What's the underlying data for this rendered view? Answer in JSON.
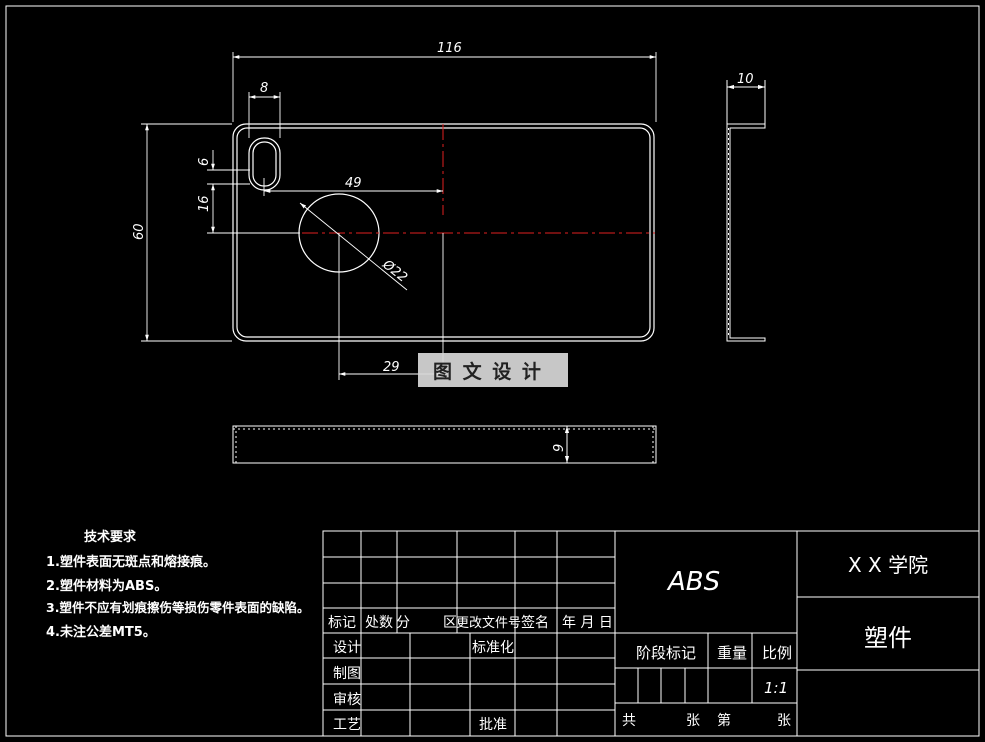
{
  "dimensions": {
    "width_total": "116",
    "slot_width": "8",
    "slot_height": "6",
    "slot_offset": "16",
    "hole_offset_x": "49",
    "hole_diameter": "Ø22",
    "height_total": "60",
    "hole_offset_bottom": "29",
    "side_thickness": "10",
    "bottom_height": "9"
  },
  "watermark": "图 文 设 计",
  "notes": {
    "title": "技术要求",
    "items": [
      "1.塑件表面无斑点和熔接痕。",
      "2.塑件材料为ABS。",
      "3.塑件不应有划痕擦伤等损伤零件表面的缺陷。",
      "4.未注公差MT5。"
    ]
  },
  "title_block": {
    "material": "ABS",
    "school": "X X 学院",
    "part_name": "塑件",
    "rev_headers": [
      "标记",
      "处数",
      "分",
      "区",
      "更改文件号",
      "签名",
      "年 月 日"
    ],
    "sign_rows": [
      "设计",
      "制图",
      "审核",
      "工艺"
    ],
    "standardize": "标准化",
    "approve": "批准",
    "stage_mark": "阶段标记",
    "weight": "重量",
    "scale_label": "比例",
    "scale_value": "1:1",
    "total": "共",
    "sheet": "张",
    "no": "第",
    "sheet2": "张"
  }
}
